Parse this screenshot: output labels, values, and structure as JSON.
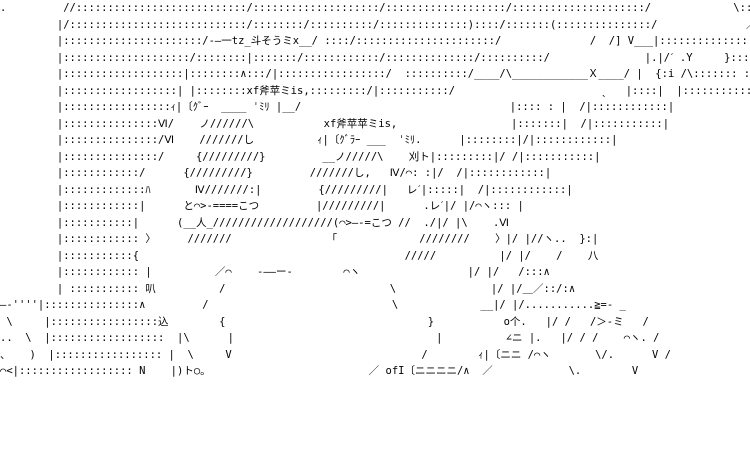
{
  "art": {
    "lines": [
      ".         //:::::::::::::::::::::::::::/::::::::::::::::::::/:::::::::::::::::::/:::::::::::::::::::::/             \\::: V ˋˊ ./    /⌒ ノ",
      "         |/::::::::::::::::::::::::::::/::::::::/::::::::::/::::::::::::::)::::/:::::::(:::::::::::::::/              ／⌒>イ∧__/ /\\",
      "         |::::::::::::::::::::::/-―一tz_斗そうミx__/ ::::/::::::::::::::::::::::/              /  /] V___|:::::::::::::::|",
      "         |::::::::::::::::::::/::::::::|:::::::/::::::::::::/::::::::::::::/::::::::::/               |.|/ˊ .Y     }:::::::::: :|",
      "         |:::::::::::::::::::|::::::::∧:::/|:::::::::::::::::/  ::::::::::/____/\\____________Ｘ____/ |  {:i /\\::::::: :|",
      "         |::::::::::::::::::| |::::::::xf斧苹ミis,:::::::::/|:::::::::::/                       ˎ   |::::|  |::::::::::: :|",
      "         |:::::::::::::::::ｨ|〔ｸﾞｰ  ____ ˈﾐﾘ |__/                                 |:::: : |  /|::::::::::::|",
      "         |:::::::::::::::Ⅵ/    ノ//////\\           xf斧苹苹ミis,                  |:::::::|  /|:::::::::::|",
      "         |:::::::::::::::/Ⅵ    ///////し          ｨ|〔ｸﾞﾗｰ ___  ˈﾐﾘ.      |::::::::|/|::::::::::::|",
      "         |:::::::::::::::/     {/////////}         __ノ/////\\    刈ト|:::::::::|/ /|:::::::::::|",
      "         |::::::::::::/      {/////////}         ///////し,   Ⅳ/⌒: :|/  /|::::::::::::|",
      "         |:::::::::::::ﾊ       Ⅳ///////:|         {/////////|   レˊ|:::::|  /|::::::::::::|",
      "         |::::::::::::|      と⌒>-====こつ         |/////////|      .レˊ|/ |/⌒ヽ::: |",
      "         |:::::::::::|      (__人_///////////////////(⌒>―-=こつ //  ./|/ |\\    .Ⅵ",
      "         |:::::::::::: 〉     ///////               「             ////////    〉|/ |//ヽ..  }:|",
      "         |:::::::::::{                                          /////          |/ |/    /    八",
      "         |:::::::::::: |          ／⌒    ‐――ー‐        ⌒ヽ                 |/ |/   /:::∧",
      "         | ::::::::::: 叭          /                          \\               |/ |/＿／::/:∧",
      "―‐''''|:::::::::::::::∧         /                             \\             __|/ |/...........≧=- _",
      " \\     |:::::::::::::::::込        {                                }           o个.   |/ /   /＞-ミ   /",
      "..  \\  |::::::::::::::::::  |\\      |                                |          ∠ニ |.   |/ / /    ⌒ヽ. /",
      "、   )  |::::::::::::::::: |  \\     V                              /        ｨ|〔ニニ /⌒ヽ       \\/.      V /",
      "⌒<|:::::::::::::::::: N    |)ト○。                         ／ ofI〔ニニニニ/∧  ／            \\.        V"
    ]
  }
}
